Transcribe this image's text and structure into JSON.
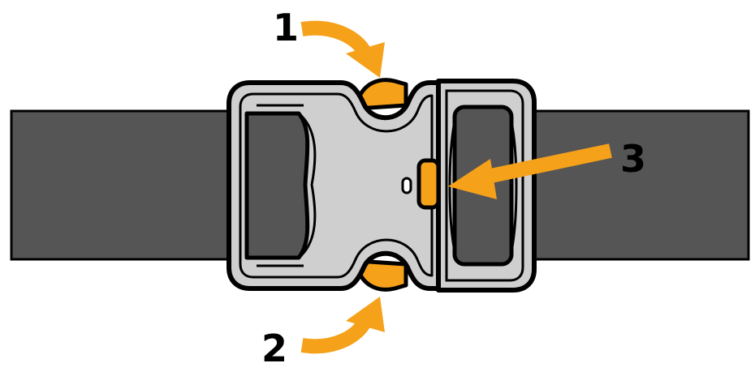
{
  "steps": [
    {
      "number": "1"
    },
    {
      "number": "2"
    },
    {
      "number": "3"
    }
  ],
  "colors": {
    "strap": "#555555",
    "buckle_fill": "#cfcfcf",
    "buckle_inner": "#c4c4c4",
    "outline": "#000000",
    "accent": "#f5a11a",
    "background": "#ffffff"
  },
  "icons": {
    "arrow_1": "curved-arrow-down-icon",
    "arrow_2": "curved-arrow-up-icon",
    "arrow_3": "straight-arrow-left-icon"
  }
}
